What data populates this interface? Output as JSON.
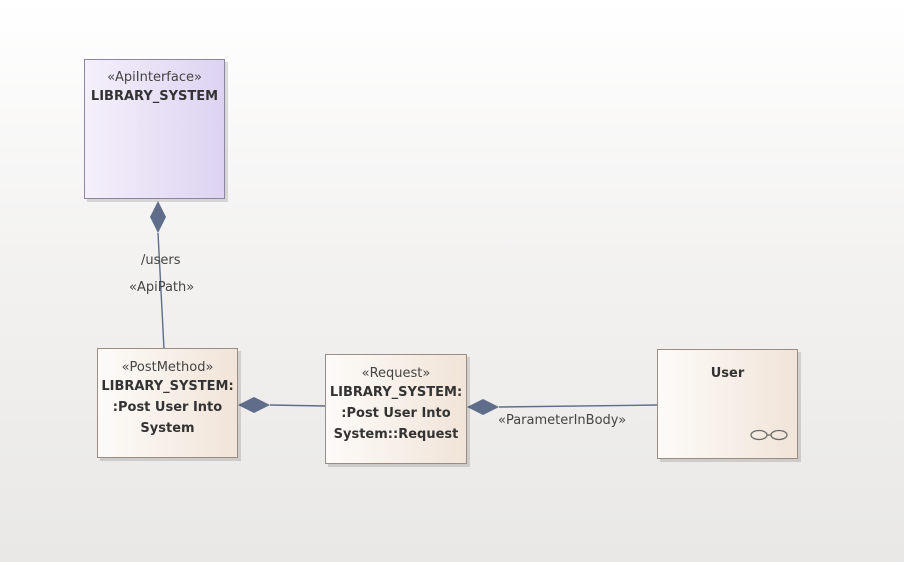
{
  "diagram": {
    "api_interface": {
      "stereotype": "«ApiInterface»",
      "name": "LIBRARY_SYSTEM"
    },
    "post_method": {
      "stereotype": "«PostMethod»",
      "name_lines": [
        "LIBRARY_SYSTEM:",
        ":Post User Into",
        "System"
      ]
    },
    "request": {
      "stereotype": "«Request»",
      "name_lines": [
        "LIBRARY_SYSTEM:",
        ":Post User Into",
        "System::Request"
      ]
    },
    "user": {
      "name": "User",
      "icon": "binoculars-icon"
    },
    "connectors": {
      "api_path_role": "/users",
      "api_path_stereotype": "«ApiPath»",
      "parameter_stereotype": "«ParameterInBody»"
    },
    "colors": {
      "connector": "#5f6c8a",
      "interface_fill": "#ddd3f1",
      "class_fill": "#f1e4d8"
    }
  }
}
